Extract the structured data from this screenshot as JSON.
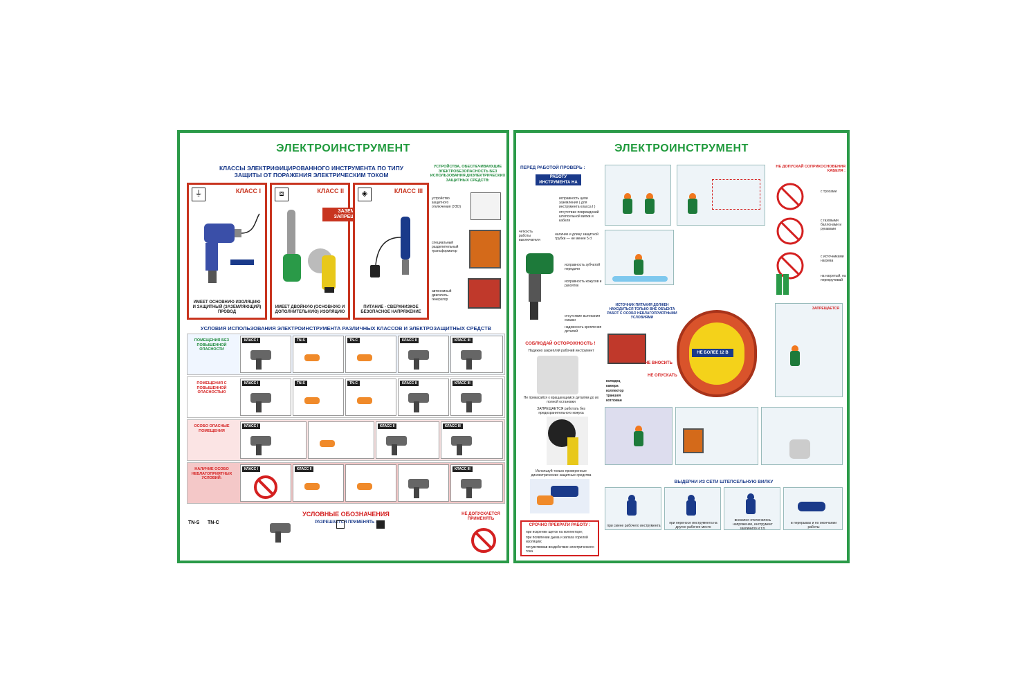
{
  "left": {
    "title": "ЭЛЕКТРОИНСТРУМЕНТ",
    "classes_heading": "КЛАССЫ ЭЛЕКТРИФИЦИРОВАННОГО ИНСТРУМЕНТА ПО ТИПУ ЗАЩИТЫ ОТ ПОРАЖЕНИЯ ЭЛЕКТРИЧЕСКИМ ТОКОМ",
    "devices_heading": "УСТРОЙСТВА, ОБЕСПЕЧИВАЮЩИЕ ЭЛЕКТРОБЕЗОПАСНОСТЬ БЕЗ ИСПОЛЬЗОВАНИЯ ДИЭЛЕКТРИЧЕСКИХ ЗАЩИТНЫХ СРЕДСТВ:",
    "class1": {
      "label": "КЛАСС I",
      "desc": "ИМЕЕТ ОСНОВНУЮ ИЗОЛЯЦИЮ И ЗАЩИТНЫЙ (ЗАЗЕМЛЯЮЩИЙ) ПРОВОД"
    },
    "class2": {
      "label": "КЛАСС II",
      "desc": "ИМЕЕТ ДВОЙНУЮ (ОСНОВНУЮ И ДОПОЛНИТЕЛЬНУЮ) ИЗОЛЯЦИЮ",
      "stamp": "ЗАЗЕМЛЯТЬ ЗАПРЕЩАЕТСЯ"
    },
    "class3": {
      "label": "КЛАСС III",
      "desc": "ПИТАНИЕ - СВЕРХНИЗКОЕ БЕЗОПАСНОЕ НАПРЯЖЕНИЕ"
    },
    "devices": [
      "устройство защитного отключения (УЗО)",
      "специальный разделительный трансформатор",
      "автономный двигатель-генератор"
    ],
    "conditions_heading": "УСЛОВИЯ ИСПОЛЬЗОВАНИЯ ЭЛЕКТРОИНСТРУМЕНТА РАЗЛИЧНЫХ КЛАССОВ И ЭЛЕКТРОЗАЩИТНЫХ СРЕДСТВ",
    "rows": [
      {
        "label": "ПОМЕЩЕНИЯ БЕЗ ПОВЫШЕННОЙ ОПАСНОСТИ",
        "heads": [
          "КЛАСС I",
          "TN-S",
          "TN-C",
          "КЛАСС II",
          "КЛАСС III"
        ]
      },
      {
        "label": "ПОМЕЩЕНИЯ С ПОВЫШЕННОЙ ОПАСНОСТЬЮ",
        "heads": [
          "КЛАСС I",
          "TN-S",
          "TN-C",
          "КЛАСС II",
          "КЛАСС III"
        ]
      },
      {
        "label": "ОСОБО ОПАСНЫЕ ПОМЕЩЕНИЯ",
        "heads": [
          "КЛАСС I",
          "",
          "КЛАСС II",
          "КЛАСС III"
        ]
      },
      {
        "label": "НАЛИЧИЕ ОСОБО НЕБЛАГОПРИЯТНЫХ УСЛОВИЙ:",
        "heads": [
          "КЛАСС I",
          "КЛАСС II",
          "",
          "КЛАСС III"
        ]
      }
    ],
    "legend_heading": "УСЛОВНЫЕ ОБОЗНАЧЕНИЯ",
    "legend_allowed": "РАЗРЕШАЕТСЯ ПРИМЕНЯТЬ :",
    "legend_forbidden": "НЕ ДОПУСКАЕТСЯ ПРИМЕНЯТЬ",
    "legend_tns": "TN-S",
    "legend_tnc": "TN-C"
  },
  "right": {
    "title": "ЭЛЕКТРОИНСТРУМЕНТ",
    "check_heading": "ПЕРЕД РАБОТОЙ ПРОВЕРЬ :",
    "check_box": "РАБОТУ ИНСТРУМЕНТА НА ХОЛОСТОМ ХОДУ",
    "check_items": [
      "исправность цепи заземления ( для инструмента класса I )",
      "отсутствие повреждений штепсельной вилки и кабеля",
      "четкость работы выключателя",
      "наличие и длину защитной трубки — не менее 5 d",
      "исправность зубчатой передачи",
      "исправность кожухов и рукояток",
      "отсутствие вытекания смазки",
      "надежность крепления деталей"
    ],
    "careful_heading": "СОБЛЮДАЙ ОСТОРОЖНОСТЬ !",
    "careful_items": [
      "Надежно закрепляй рабочий инструмент",
      "Не прикасайся к вращающимся деталям до их полной остановки",
      "ЗАПРЕЩАЕТСЯ работать без предохранительного кожуха",
      "Используй только проверенные диэлектрические защитные средства"
    ],
    "stop_heading": "СРОЧНО ПРЕКРАТИ РАБОТУ :",
    "stop_items": [
      "при искрении щеток на коллекторе;",
      "при появлении дыма и запаха горелой изоляции;",
      "почувствовав воздействие электрического тока"
    ],
    "source_heading": "ИСТОЧНИК ПИТАНИЯ ДОЛЖЕН НАХОДИТЬСЯ ТОЛЬКО ВНЕ ОБЪЕКТА РАБОТ С ОСОБО НЕБЛАГОПРИЯТНЫМИ УСЛОВИЯМИ",
    "no_carry": "НЕ ВНОСИТЬ",
    "no_lower": "НЕ ОПУСКАТЬ",
    "voltage": "НЕ БОЛЕЕ 12 В",
    "places": [
      "колодец",
      "камера",
      "коллектор",
      "траншея",
      "котлован"
    ],
    "unplug_heading": "ВЫДЕРНИ ИЗ СЕТИ ШТЕПСЕЛЬНУЮ ВИЛКУ",
    "unplug_items": [
      "при смене рабочего инструмента",
      "при переносе инструмента на другое рабочее место",
      "внезапно отключилось напряжение, инструмент заклинило и т.п.",
      "в перерывах и по окончании работы"
    ],
    "no_contact": "НЕ ДОПУСКАЙ СОПРИКОСНОВЕНИЯ КАБЕЛЯ :",
    "contact_items": [
      "с тросами",
      "с газовыми баллонами и рукавами",
      "с источниками нагрева",
      "на нагретый, на перекручивай"
    ],
    "forbidden": "ЗАПРЕЩАЕТСЯ"
  }
}
